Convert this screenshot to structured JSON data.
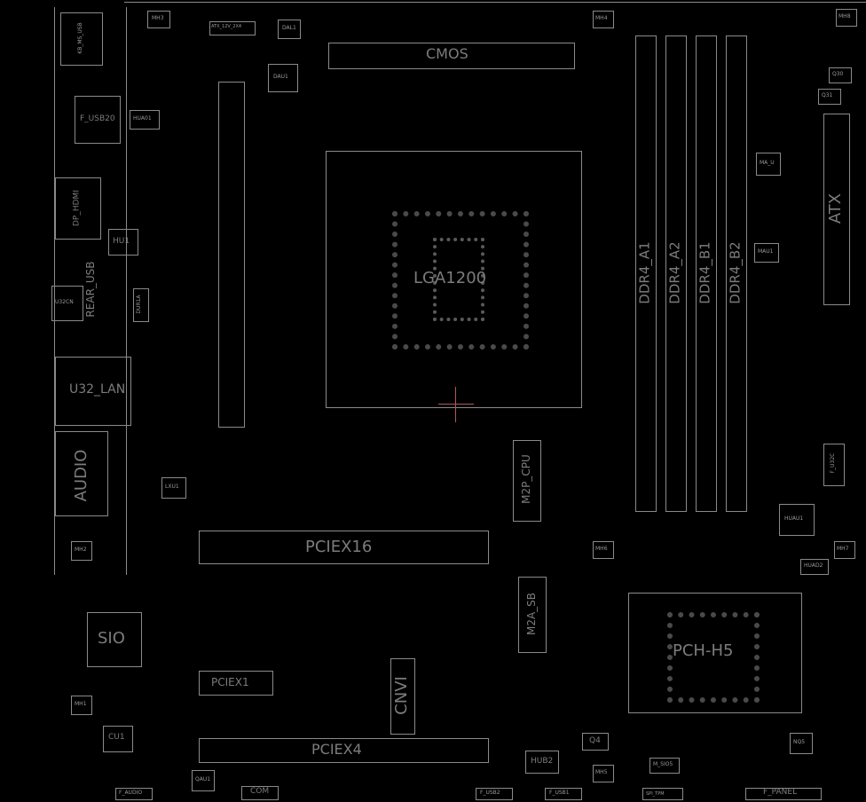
{
  "board_labels": {
    "cpu_socket": "LGA1200",
    "chipset": "PCH-H5",
    "pciex16": "PCIEX16",
    "pciex1": "PCIEX1",
    "pciex4": "PCIEX4",
    "sio": "SIO",
    "audio": "AUDIO",
    "lan": "U32_LAN",
    "cnvi": "CNVI",
    "m2p_cpu": "M2P_CPU",
    "m2a_sb": "M2A_SB",
    "ddr_a1": "DDR4_A1",
    "ddr_a2": "DDR4_A2",
    "ddr_b1": "DDR4_B1",
    "ddr_b2": "DDR4_B2",
    "atx": "ATX",
    "cmos": "CMOS",
    "cu1": "CU1",
    "q4": "Q4",
    "hub2": "HUB2",
    "f_usb20": "F_USB20",
    "dp_hdmi": "DP_HDMI",
    "hu1": "HU1",
    "rear_usb": "REAR_USB",
    "hdmi_left": "KB_MS_USB",
    "f_panel": "F_PANEL",
    "f_usb1": "F_USB1",
    "f_usb2": "F_USB2",
    "f_audio": "F_AUDIO",
    "com": "COM",
    "huau1": "HUAU1",
    "f_u32c": "F_U32C",
    "atx_12v": "ATX_12V_2X4",
    "dal1": "DAL1",
    "dau1": "DAU1",
    "mh3": "MH3",
    "mh4": "MH4",
    "mh8": "MH8",
    "mh2": "MH2",
    "mh1": "MH1",
    "mh5": "MH5",
    "mh6": "MH6",
    "mh7": "MH7",
    "q30": "Q30",
    "q31": "Q31",
    "nq5": "NQ5",
    "lxu1": "LXU1",
    "qau1": "QAU1",
    "hua01": "HUA01",
    "dur1a": "DUR1A",
    "u32cn": "U32CN",
    "huad2": "HUAD2",
    "m_sio5": "M_SIO5",
    "spi_tpm": "SPI_TPM",
    "mau1": "MAU1",
    "ma_u": "MA_U"
  },
  "colors": {
    "background": "#000000",
    "silkscreen": "#8a8a8a",
    "cursor": "#b05a5a"
  }
}
